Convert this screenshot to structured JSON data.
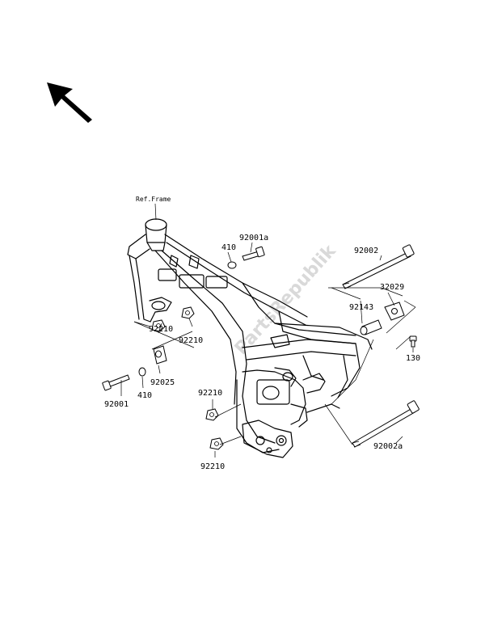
{
  "labels": {
    "ref_frame": "Ref.Frame",
    "p92001a": "92001a",
    "p410_top": "410",
    "p92002": "92002",
    "p32029": "32029",
    "p92143": "92143",
    "p92210_a": "92210",
    "p92210_b": "92210",
    "p130": "130",
    "p92025": "92025",
    "p92001": "92001",
    "p410_bottom": "410",
    "p92210_c": "92210",
    "p92002a": "92002a",
    "p92210_d": "92210"
  },
  "watermark": "PartsRepublik",
  "icons": {
    "direction": "direction-arrow-icon"
  }
}
